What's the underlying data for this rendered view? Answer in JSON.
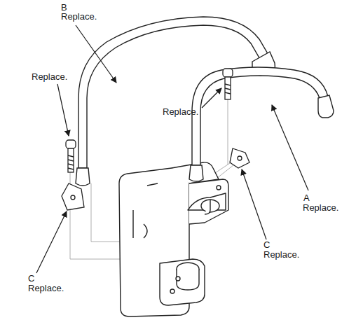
{
  "diagram": {
    "labels": [
      "B",
      "Replace.",
      "Replace.",
      "Replace.",
      "A",
      "Replace.",
      "C",
      "Replace.",
      "C",
      "Replace."
    ]
  }
}
